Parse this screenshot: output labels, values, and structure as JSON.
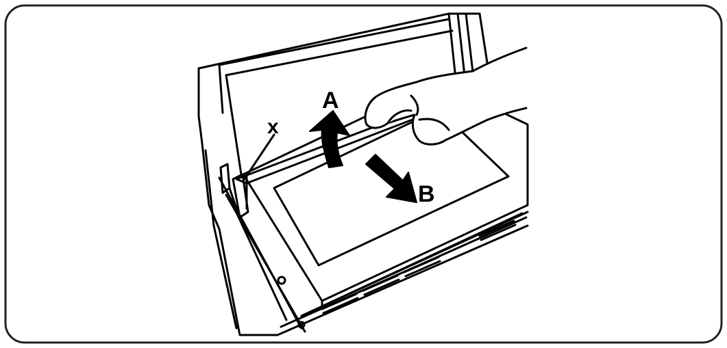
{
  "labels": {
    "a": "A",
    "b": "B",
    "x": "x"
  },
  "colors": {
    "line": "#000000",
    "background": "#ffffff",
    "frame": "#222222"
  }
}
